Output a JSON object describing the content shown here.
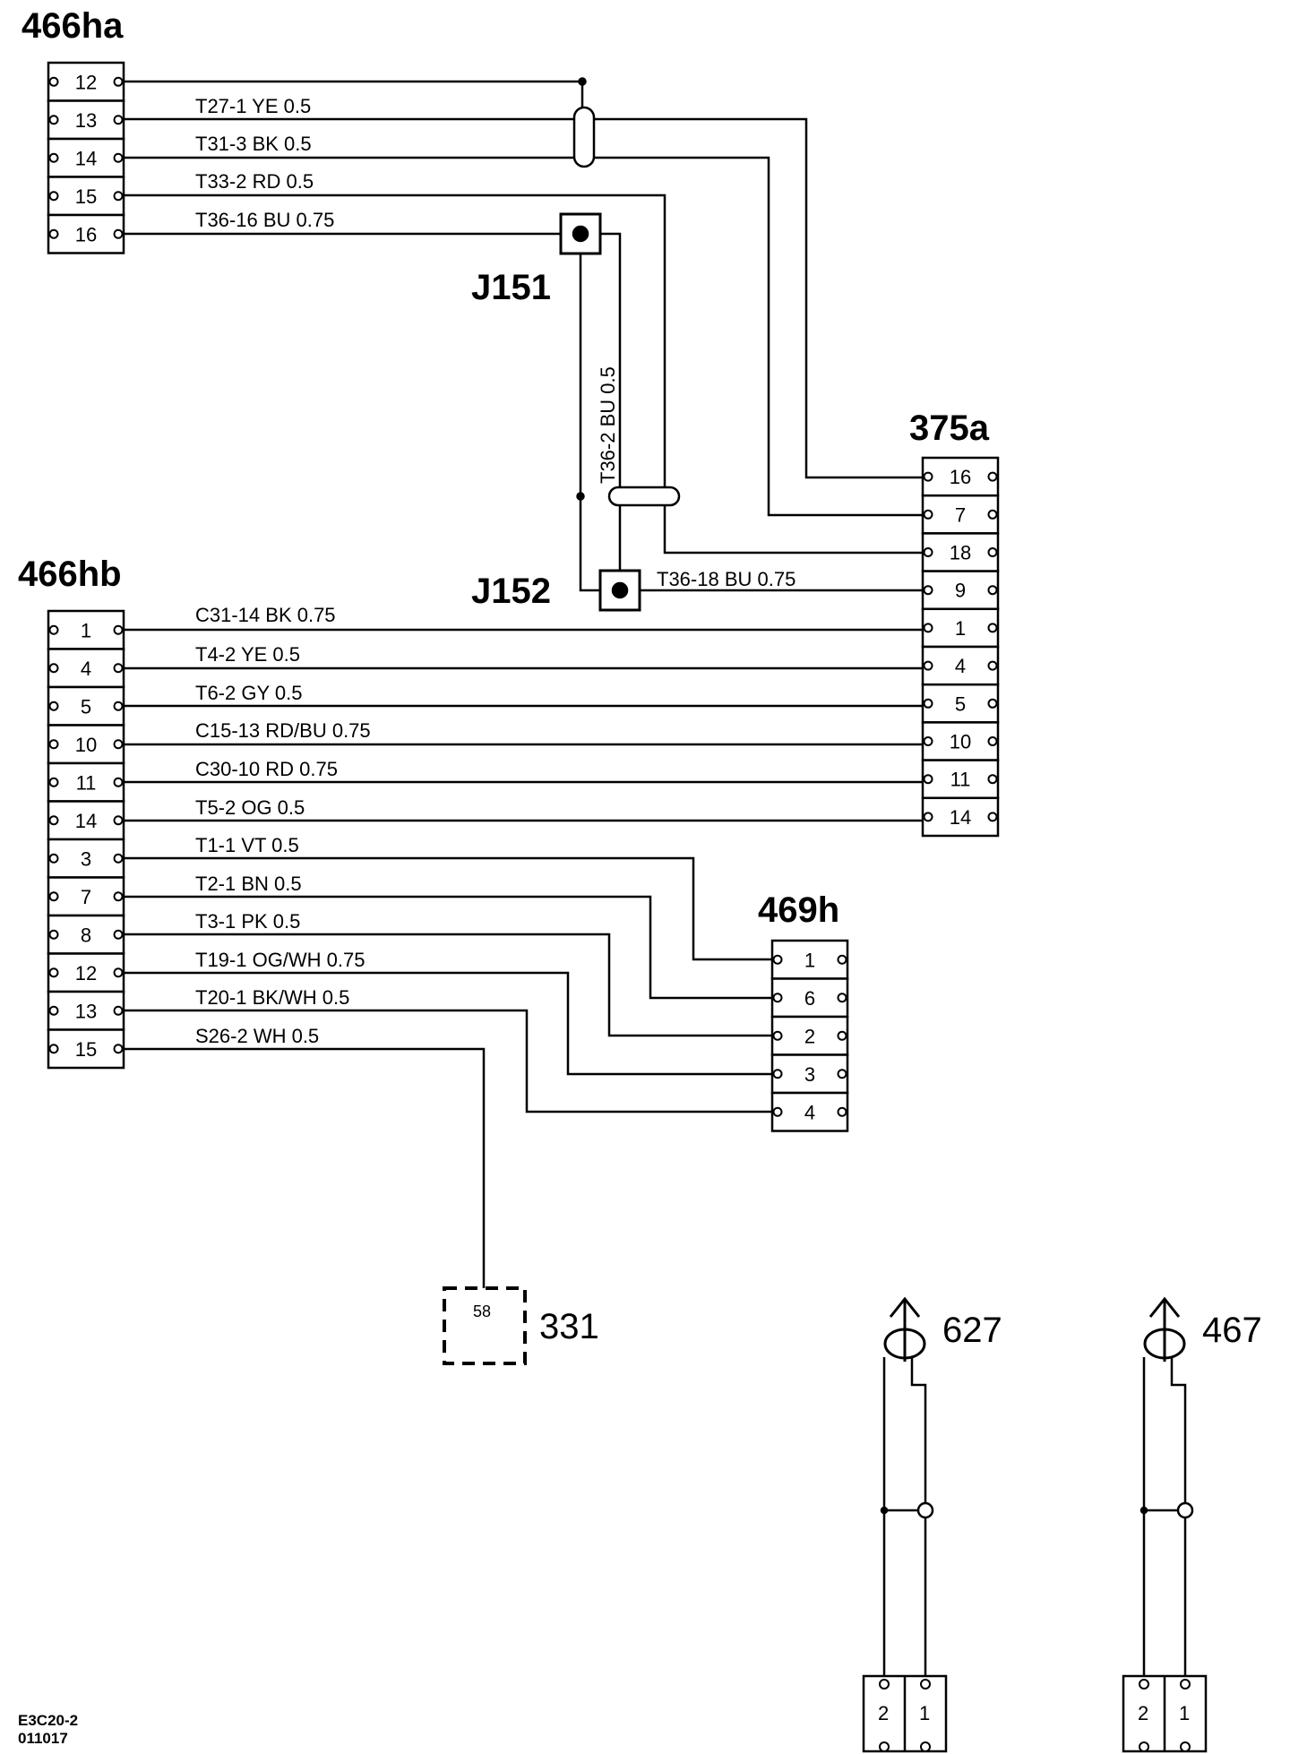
{
  "connectors": {
    "c466ha": {
      "label": "466ha",
      "pins": [
        "12",
        "13",
        "14",
        "15",
        "16"
      ]
    },
    "c466hb": {
      "label": "466hb",
      "pins": [
        "1",
        "4",
        "5",
        "10",
        "11",
        "14",
        "3",
        "7",
        "8",
        "12",
        "13",
        "15"
      ]
    },
    "c375a": {
      "label": "375a",
      "pins": [
        "16",
        "7",
        "18",
        "9",
        "1",
        "4",
        "5",
        "10",
        "11",
        "14"
      ]
    },
    "c469h": {
      "label": "469h",
      "pins": [
        "1",
        "6",
        "2",
        "3",
        "4"
      ]
    }
  },
  "splices": {
    "j151": "J151",
    "j152": "J152"
  },
  "wires": {
    "w1": "T27-1  YE   0.5",
    "w2": "T31-3  BK   0.5",
    "w3": "T33-2  RD   0.5",
    "w4": "T36-16  BU   0.75",
    "w5": "T36-2   BU   0.5",
    "w6": "T36-18  BU   0.75",
    "w7": "C31-14  BK   0.75",
    "w8": "T4-2   YE   0.5",
    "w9": "T6-2   GY   0.5",
    "w10": "C15-13 RD/BU  0.75",
    "w11": "C30-10  RD   0.75",
    "w12": "T5-2   OG   0.5",
    "w13": "T1-1  VT   0.5",
    "w14": "T2-1   BN   0.5",
    "w15": "T3-1   PK   0.5",
    "w16": "T19-1  OG/WH 0.75",
    "w17": "T20-1  BK/WH  0.5",
    "w18": "S26-2   WH   0.5"
  },
  "component331": {
    "label": "331",
    "terminal": "58"
  },
  "component627": {
    "label": "627",
    "pins": [
      "2",
      "1"
    ]
  },
  "component467": {
    "label": "467",
    "pins": [
      "2",
      "1"
    ]
  },
  "footer": {
    "line1": "E3C20-2",
    "line2": "011017"
  }
}
